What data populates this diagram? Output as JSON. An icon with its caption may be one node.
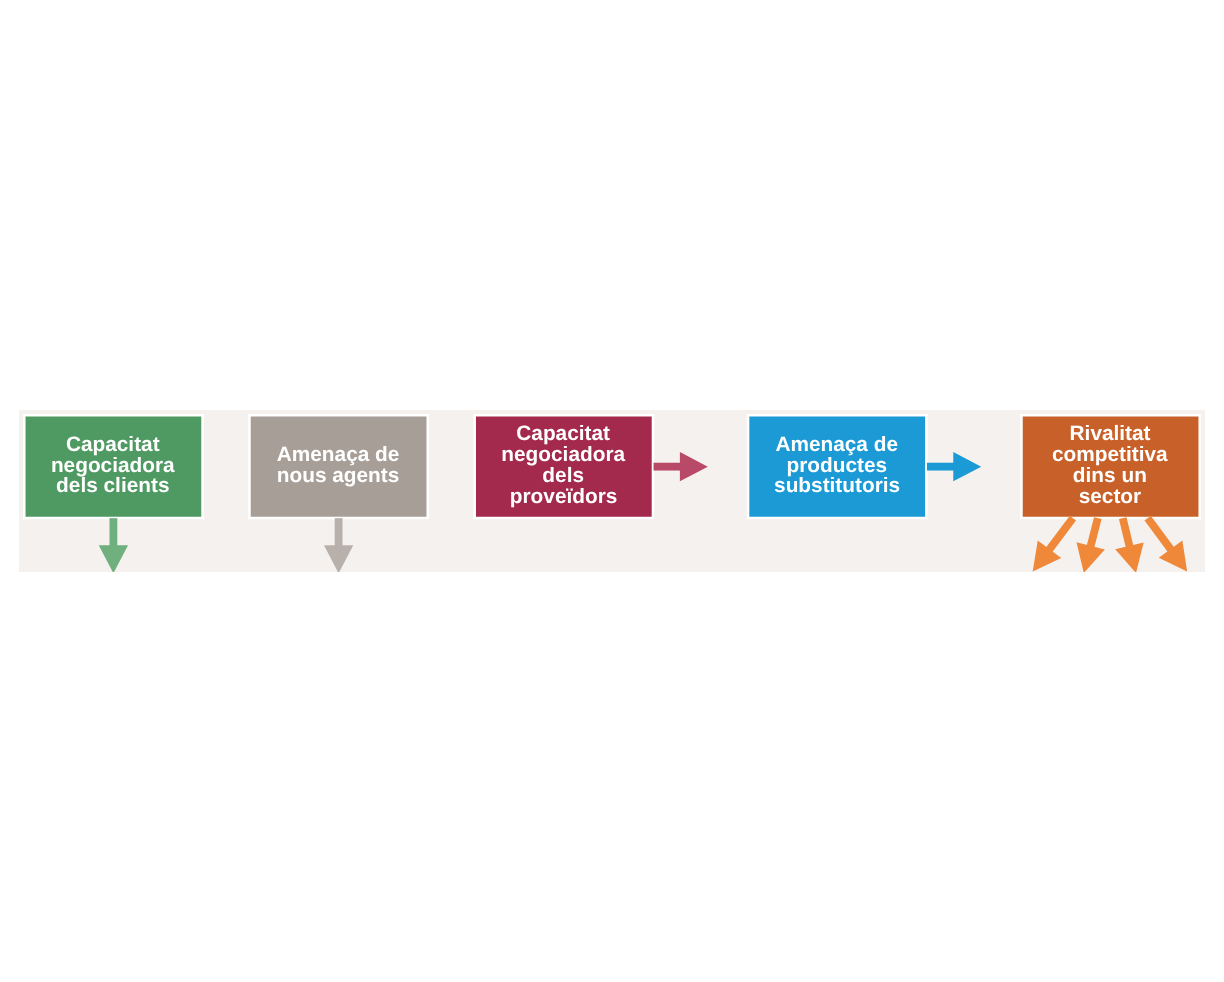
{
  "diagram": {
    "nodes": [
      {
        "text": [
          "Capacitat negociadora dels clients"
        ]
      },
      {
        "text": [
          "Amenaça de nous agents"
        ]
      },
      {
        "text": [
          "Capacitat negociadora dels proveïdors"
        ]
      },
      {
        "text": [
          "Amenaça de productes substitutoris"
        ]
      },
      {
        "text": [
          "Rivalitat competitiva dins un sector"
        ]
      }
    ],
    "edges": [
      {
        "from": 0,
        "to": null,
        "arrow": "to",
        "color": "#6fb07e"
      },
      {
        "from": 1,
        "to": null,
        "arrow": "to",
        "color": "#b8b0aa"
      },
      {
        "from": 2,
        "to": null,
        "arrow": "to",
        "color": "#b84a68"
      },
      {
        "from": 3,
        "to": null,
        "arrow": "to",
        "color": "#1b9ad6"
      },
      {
        "from": 4,
        "to": null,
        "arrow": "to",
        "color": "#f0883a"
      },
      {
        "from": 4,
        "to": null,
        "arrow": "to",
        "color": "#f0883a"
      },
      {
        "from": 4,
        "to": null,
        "arrow": "to",
        "color": "#f0883a"
      },
      {
        "from": 4,
        "to": null,
        "arrow": "to",
        "color": "#f0883a"
      }
    ]
  }
}
